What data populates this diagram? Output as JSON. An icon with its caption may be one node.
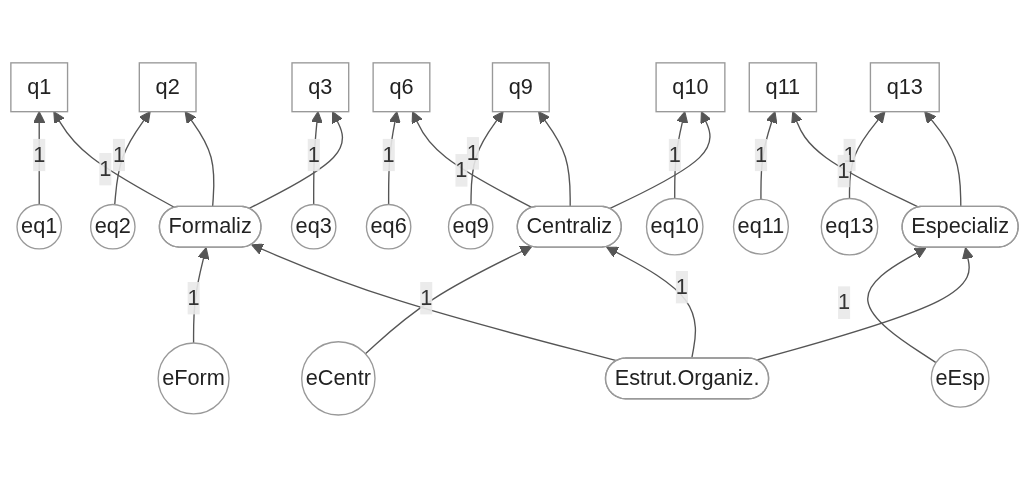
{
  "diagram": {
    "nodes": [
      {
        "text": [
          "eq1"
        ]
      },
      {
        "text": [
          "eq2"
        ]
      },
      {
        "text": [
          "eq3"
        ]
      },
      {
        "text": [
          "eq6"
        ]
      },
      {
        "text": [
          "eq9"
        ]
      },
      {
        "text": [
          "eq10"
        ]
      },
      {
        "text": [
          "eq11"
        ]
      },
      {
        "text": [
          "eq13"
        ]
      },
      {
        "text": [
          "q1"
        ]
      },
      {
        "text": [
          "q2"
        ]
      },
      {
        "text": [
          "q3"
        ]
      },
      {
        "text": [
          "q6"
        ]
      },
      {
        "text": [
          "q9"
        ]
      },
      {
        "text": [
          "q10"
        ]
      },
      {
        "text": [
          "q11"
        ]
      },
      {
        "text": [
          "q13"
        ]
      },
      {
        "text": [
          "eForm"
        ]
      },
      {
        "text": [
          "eCentr"
        ]
      },
      {
        "text": [
          "eEsp"
        ]
      },
      {
        "text": [
          "Formaliz"
        ]
      },
      {
        "text": [
          "Centraliz"
        ]
      },
      {
        "text": [
          "Especializ"
        ]
      },
      {
        "text": [
          "Estrut.Organiz."
        ]
      }
    ],
    "edges": [
      {
        "from": 0,
        "to": 8,
        "arrow": "to",
        "label": "1"
      },
      {
        "from": 1,
        "to": 9,
        "arrow": "to",
        "label": "1"
      },
      {
        "from": 2,
        "to": 10,
        "arrow": "to",
        "label": "1"
      },
      {
        "from": 3,
        "to": 11,
        "arrow": "to",
        "label": "1"
      },
      {
        "from": 4,
        "to": 12,
        "arrow": "to",
        "label": "1"
      },
      {
        "from": 5,
        "to": 13,
        "arrow": "to",
        "label": "1"
      },
      {
        "from": 6,
        "to": 14,
        "arrow": "to",
        "label": "1"
      },
      {
        "from": 7,
        "to": 15,
        "arrow": "to",
        "label": "1"
      },
      {
        "from": 19,
        "to": 8,
        "arrow": "to",
        "label": "1"
      },
      {
        "from": 19,
        "to": 9,
        "arrow": "to"
      },
      {
        "from": 19,
        "to": 10,
        "arrow": "to"
      },
      {
        "from": 20,
        "to": 11,
        "arrow": "to",
        "label": "1"
      },
      {
        "from": 20,
        "to": 12,
        "arrow": "to"
      },
      {
        "from": 20,
        "to": 13,
        "arrow": "to"
      },
      {
        "from": 21,
        "to": 14,
        "arrow": "to",
        "label": "1"
      },
      {
        "from": 21,
        "to": 15,
        "arrow": "to"
      },
      {
        "from": 16,
        "to": 19,
        "arrow": "to",
        "label": "1"
      },
      {
        "from": 17,
        "to": 20,
        "arrow": "to",
        "label": "1"
      },
      {
        "from": 18,
        "to": 21,
        "arrow": "to",
        "label": "1"
      },
      {
        "from": 22,
        "to": 19,
        "arrow": "to"
      },
      {
        "from": 22,
        "to": 20,
        "arrow": "to",
        "label": "1"
      },
      {
        "from": 22,
        "to": 21,
        "arrow": "to"
      }
    ]
  }
}
